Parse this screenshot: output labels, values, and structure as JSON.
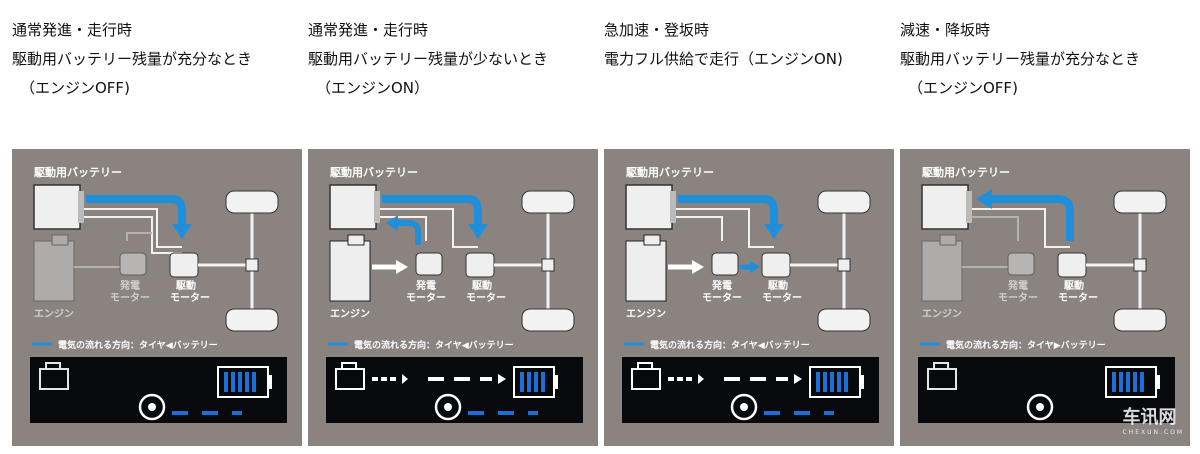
{
  "labels": {
    "battery": "駆動用バッテリー",
    "generator": "発電\nモーター",
    "generator_l1": "発電",
    "generator_l2": "モーター",
    "drive_l1": "駆動",
    "drive_l2": "モーター",
    "engine": "エンジン",
    "legend": "電気の流れる方向：タイヤ◀バッテリー",
    "legend_regen": "電気の流れる方向：タイヤ▶バッテリー"
  },
  "colors": {
    "panel_bg": "#8a8380",
    "flow_arrow": "#1e8fd8",
    "dash_bar": "#1a6fd8",
    "dash_bg": "#07090d"
  },
  "panels": [
    {
      "caption": [
        "通常発進・走行時",
        "駆動用バッテリー残量が充分なとき",
        "（エンジンOFF)"
      ],
      "legend_key": "legend",
      "mode": "ev"
    },
    {
      "caption": [
        "通常発進・走行時",
        "駆動用バッテリー残量が少ないとき",
        "（エンジンON）"
      ],
      "legend_key": "legend",
      "mode": "charge"
    },
    {
      "caption": [
        "急加速・登坂時",
        "電力フル供給で走行（エンジンON)",
        ""
      ],
      "legend_key": "legend",
      "mode": "full"
    },
    {
      "caption": [
        "減速・降坂時",
        "駆動用バッテリー残量が充分なとき",
        "（エンジンOFF)"
      ],
      "legend_key": "legend_regen",
      "mode": "regen"
    }
  ],
  "watermark": {
    "main": "车讯网",
    "sub": "CHEXUN.COM"
  }
}
